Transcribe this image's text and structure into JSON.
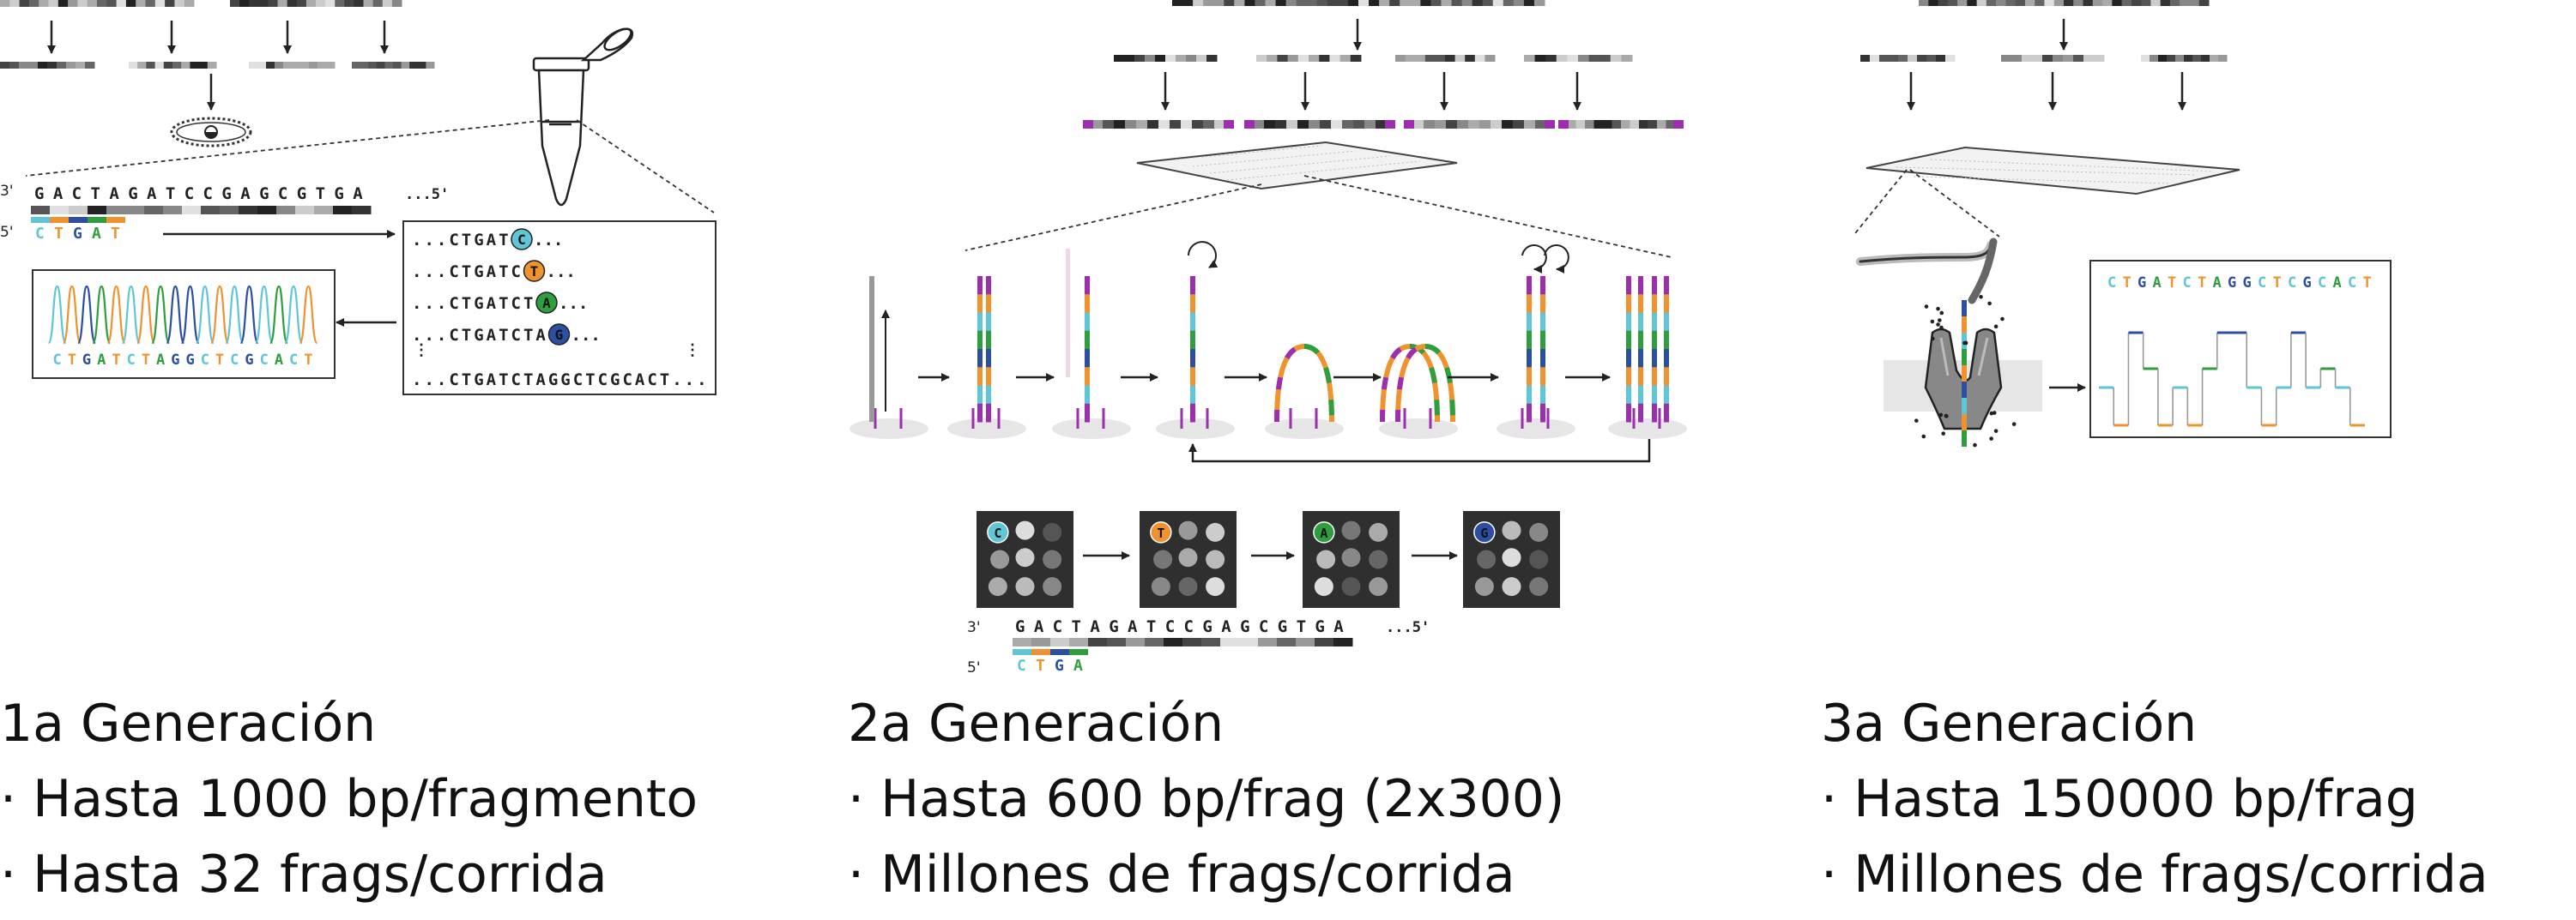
{
  "colors": {
    "A": "#2e9e3e",
    "C": "#5ec6d6",
    "G": "#2d4fa3",
    "T": "#f0922e",
    "adapter": "#9b2fae",
    "line": "#222222",
    "gray_bg": "#e6e6e6"
  },
  "gen1": {
    "strand3_label": "3'",
    "strand5_label": "5'",
    "template_seq": "GACTAGATCCGAGCGTGA",
    "template_end": "...5'",
    "primer_seq": "CTGAT",
    "chromatogram_seq": "CTGATCTAGGCTCGCACT",
    "products": [
      {
        "prefix": "...CTGAT",
        "base": "C",
        "suffix": "..."
      },
      {
        "prefix": "...CTGATC",
        "base": "T",
        "suffix": "..."
      },
      {
        "prefix": "...CTGATCT",
        "base": "A",
        "suffix": "..."
      },
      {
        "prefix": "...CTGATCTA",
        "base": "G",
        "suffix": "..."
      }
    ],
    "full_product": "...CTGATCTAGGCTCGCACT...",
    "caption": {
      "title": "1a Generación",
      "line1": "· Hasta 1000 bp/fragmento",
      "line2": "· Hasta 32 frags/corrida"
    }
  },
  "gen2": {
    "strand3_label": "3'",
    "strand5_label": "5'",
    "template_seq": "GACTAGATCCGAGCGTGA",
    "template_end": "...5'",
    "primer_seq": "CTGA",
    "cycle_bases": [
      "C",
      "T",
      "A",
      "G"
    ],
    "caption": {
      "title": "2a Generación",
      "line1": "· Hasta 600 bp/frag (2x300)",
      "line2": "· Millones de frags/corrida"
    }
  },
  "gen3": {
    "read_seq": "CTGATCTAGGCTCGCACT",
    "caption": {
      "title": "3a Generación",
      "line1": "· Hasta 150000 bp/frag",
      "line2": "· Millones de frags/corrida"
    }
  }
}
